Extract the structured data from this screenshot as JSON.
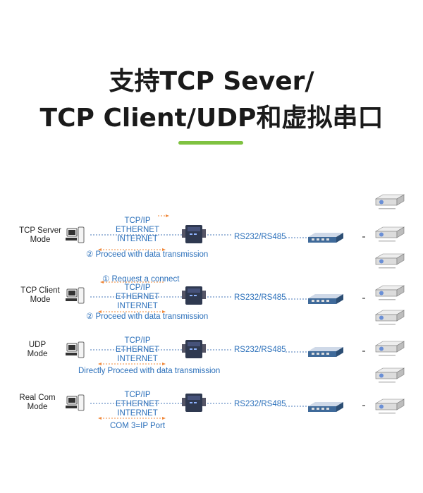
{
  "title": {
    "line1": "支持TCP Sever/",
    "line2": "TCP Client/UDP和虚拟串口"
  },
  "colors": {
    "accent": "#7fc241",
    "text_blue": "#2a6fba",
    "arrow_orange": "#f0883a"
  },
  "rows": [
    {
      "mode_line1": "TCP Server",
      "mode_line2": "Mode",
      "stack": [
        "TCP/IP",
        "ETHERNET",
        "INTERNET"
      ],
      "note_top": "",
      "note_bottom": "② Proceed with data transmission",
      "serial": "RS232/RS485"
    },
    {
      "mode_line1": "TCP Client",
      "mode_line2": "Mode",
      "stack": [
        "TCP/IP",
        "ETHERNET",
        "INTERNET"
      ],
      "note_top": "① Request a connect",
      "note_bottom": "② Proceed with data transmission",
      "serial": "RS232/RS485"
    },
    {
      "mode_line1": "UDP",
      "mode_line2": "Mode",
      "stack": [
        "TCP/IP",
        "ETHERNET",
        "INTERNET"
      ],
      "note_top": "",
      "note_bottom": "Directly Proceed with data transmission",
      "serial": "RS232/RS485"
    },
    {
      "mode_line1": "Real Com",
      "mode_line2": "Mode",
      "stack": [
        "TCP/IP",
        "ETHERNET",
        "INTERNET"
      ],
      "note_top": "",
      "note_bottom": "COM 3=IP Port",
      "serial": "RS232/RS485"
    }
  ],
  "icons": {
    "host": "computer-icon",
    "converter": "serial-server-icon",
    "hub": "switch-icon",
    "endpoint": "projector-icon"
  }
}
